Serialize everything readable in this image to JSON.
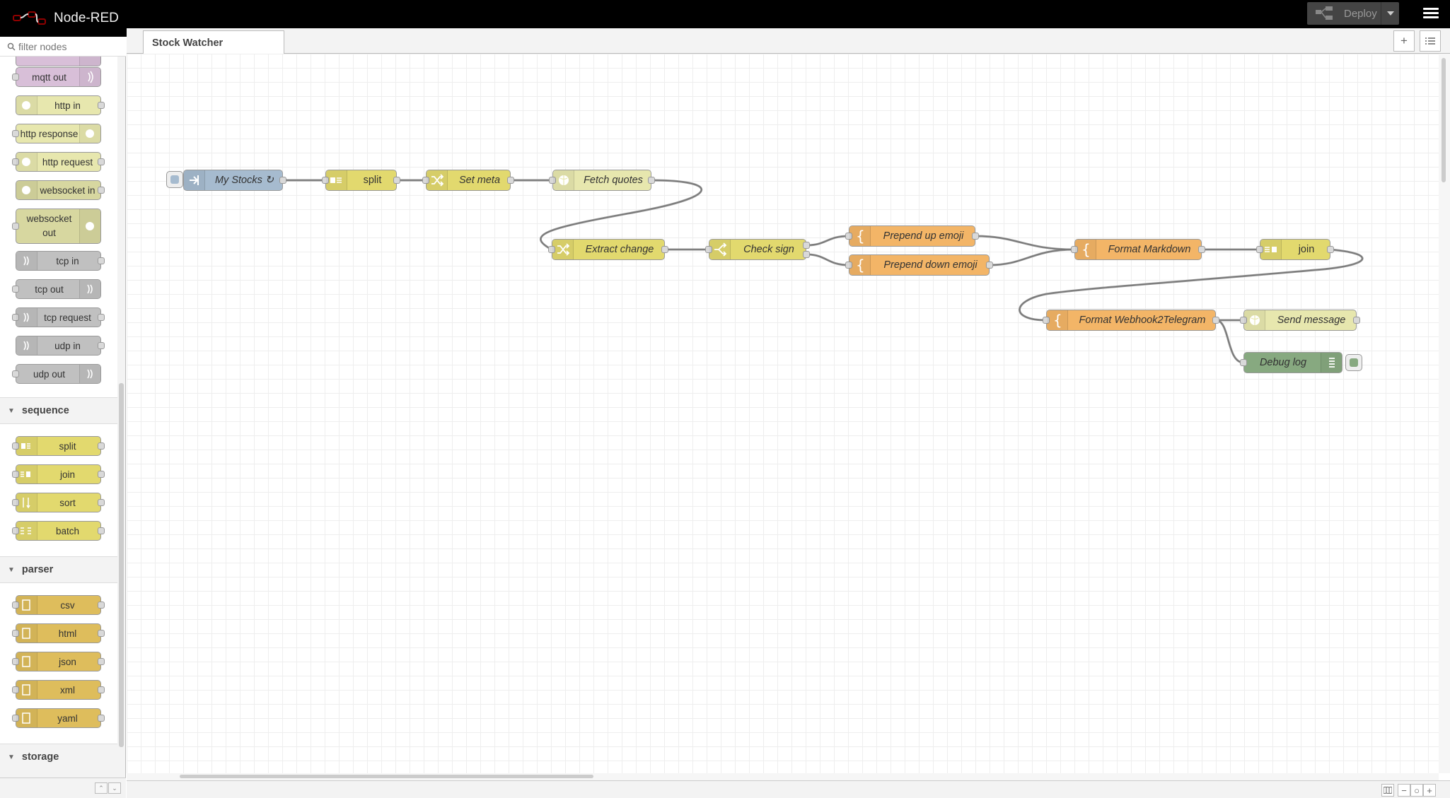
{
  "app": {
    "title": "Node-RED",
    "deploy_label": "Deploy"
  },
  "palette": {
    "filter_placeholder": "filter nodes",
    "nodes_network": [
      {
        "label": "mqtt out",
        "color": "#d8bfd8"
      },
      {
        "label": "http in",
        "color": "#e7e7ae"
      },
      {
        "label": "http response",
        "color": "#e7e7ae"
      },
      {
        "label": "http request",
        "color": "#e7e7ae"
      },
      {
        "label": "websocket in",
        "color": "#d7d7a0"
      },
      {
        "label": "websocket out",
        "color": "#d7d7a0"
      },
      {
        "label": "tcp in",
        "color": "#c0c0c0"
      },
      {
        "label": "tcp out",
        "color": "#c0c0c0"
      },
      {
        "label": "tcp request",
        "color": "#c0c0c0"
      },
      {
        "label": "udp in",
        "color": "#c0c0c0"
      },
      {
        "label": "udp out",
        "color": "#c0c0c0"
      }
    ],
    "categories": {
      "sequence": "sequence",
      "parser": "parser",
      "storage": "storage"
    },
    "nodes_sequence": [
      {
        "label": "split",
        "color": "#e2d96e"
      },
      {
        "label": "join",
        "color": "#e2d96e"
      },
      {
        "label": "sort",
        "color": "#e2d96e"
      },
      {
        "label": "batch",
        "color": "#e2d96e"
      }
    ],
    "nodes_parser": [
      {
        "label": "csv",
        "color": "#debd5c"
      },
      {
        "label": "html",
        "color": "#debd5c"
      },
      {
        "label": "json",
        "color": "#debd5c"
      },
      {
        "label": "xml",
        "color": "#debd5c"
      },
      {
        "label": "yaml",
        "color": "#debd5c"
      }
    ]
  },
  "workspace": {
    "tab_label": "Stock Watcher",
    "add_tab_icon": "plus-icon",
    "tab_list_icon": "list-icon"
  },
  "flow": {
    "nodes": {
      "my_stocks": {
        "label": "My Stocks ↻",
        "type": "inject",
        "color": "#a6bbcf"
      },
      "split": {
        "label": "split",
        "type": "split",
        "color": "#e2d96e"
      },
      "set_meta": {
        "label": "Set meta",
        "type": "change",
        "color": "#e2d96e"
      },
      "fetch_quotes": {
        "label": "Fetch quotes",
        "type": "http request",
        "color": "#e7e7ae"
      },
      "extract_change": {
        "label": "Extract change",
        "type": "change",
        "color": "#e2d96e"
      },
      "check_sign": {
        "label": "Check sign",
        "type": "switch",
        "color": "#e2d96e"
      },
      "prepend_up": {
        "label": "Prepend up emoji",
        "type": "template",
        "color": "#f3b567"
      },
      "prepend_down": {
        "label": "Prepend down emoji",
        "type": "template",
        "color": "#f3b567"
      },
      "format_markdown": {
        "label": "Format Markdown",
        "type": "template",
        "color": "#f3b567"
      },
      "join": {
        "label": "join",
        "type": "join",
        "color": "#e2d96e"
      },
      "format_webhook": {
        "label": "Format Webhook2Telegram",
        "type": "template",
        "color": "#f3b567"
      },
      "send_message": {
        "label": "Send message",
        "type": "http request",
        "color": "#e7e7ae"
      },
      "debug_log": {
        "label": "Debug log",
        "type": "debug",
        "color": "#87a980"
      }
    }
  }
}
